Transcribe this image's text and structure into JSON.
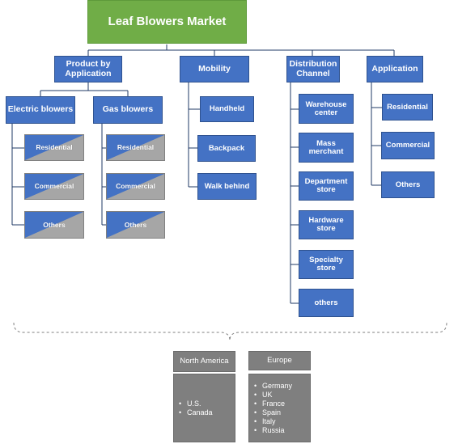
{
  "title": "Leaf Blowers Market",
  "categories": {
    "product": {
      "label": "Product by Application",
      "electric": {
        "label": "Electric blowers",
        "items": [
          "Residential",
          "Commercial",
          "Others"
        ]
      },
      "gas": {
        "label": "Gas blowers",
        "items": [
          "Residential",
          "Commercial",
          "Others"
        ]
      }
    },
    "mobility": {
      "label": "Mobility",
      "items": [
        "Handheld",
        "Backpack",
        "Walk behind"
      ]
    },
    "distribution": {
      "label": "Distribution Channel",
      "items": [
        "Warehouse center",
        "Mass merchant",
        "Department store",
        "Hardware store",
        "Specialty store",
        "others"
      ]
    },
    "application": {
      "label": "Application",
      "items": [
        "Residential",
        "Commercial",
        "Others"
      ]
    }
  },
  "regions": [
    {
      "name": "North America",
      "countries": [
        "U.S.",
        "Canada"
      ]
    },
    {
      "name": "Europe",
      "countries": [
        "Germany",
        "UK",
        "France",
        "Spain",
        "Italy",
        "Russia"
      ]
    }
  ],
  "colors": {
    "root": "#70ad47",
    "node": "#4472c4",
    "split": "#a6a6a6",
    "region": "#7f7f7f",
    "line": "#1f3864",
    "dash": "#7f7f7f"
  }
}
